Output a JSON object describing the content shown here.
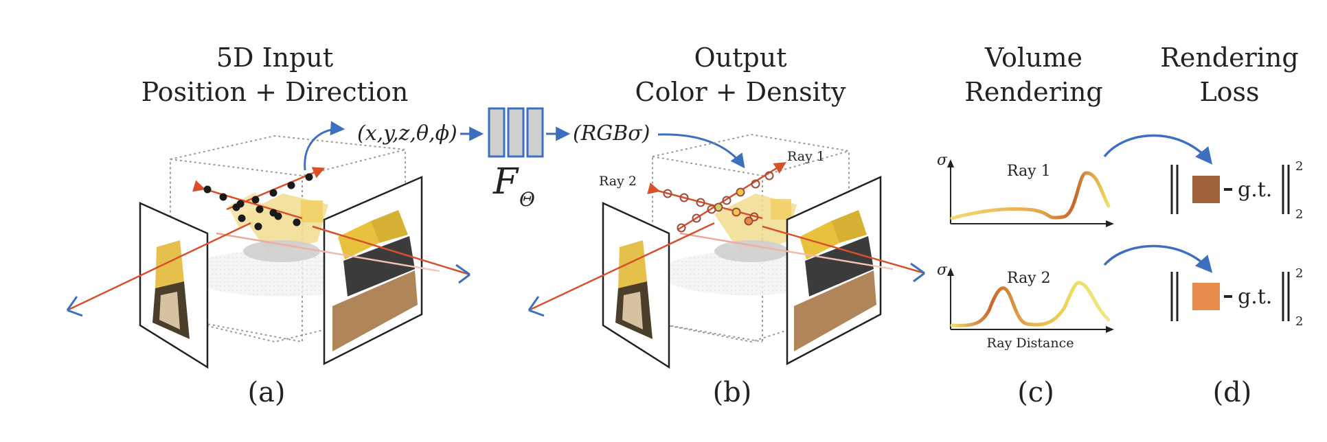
{
  "panels": {
    "a": {
      "title_line1": "5D Input",
      "title_line2": "Position + Direction",
      "caption": "(a)",
      "input_label": "(x,y,z,θ,ϕ)"
    },
    "network": {
      "label_main": "F",
      "label_sub": "Θ",
      "output_label": "(RGBσ)"
    },
    "b": {
      "title_line1": "Output",
      "title_line2": "Color + Density",
      "caption": "(b)",
      "ray1_label": "Ray 1",
      "ray2_label": "Ray 2"
    },
    "c": {
      "title_line1": "Volume",
      "title_line2": "Rendering",
      "caption": "(c)",
      "plot1_label": "Ray 1",
      "plot2_label": "Ray 2",
      "y_axis_symbol": "σ",
      "x_axis_label": "Ray Distance"
    },
    "d": {
      "title_line1": "Rendering",
      "title_line2": "Loss",
      "caption": "(d)",
      "gt_label": "g.t.",
      "norm_sup": "2",
      "norm_sub": "2"
    }
  },
  "colors": {
    "ray_red": "#d8502a",
    "arrow_blue": "#3d6fbf",
    "network_fill": "#cfcfcf",
    "network_stroke": "#3d6fbf",
    "swatch_ray1": "#a0623a",
    "swatch_ray2": "#e58b4c",
    "curve_low": "#f0dc70",
    "curve_high": "#c7642d"
  }
}
